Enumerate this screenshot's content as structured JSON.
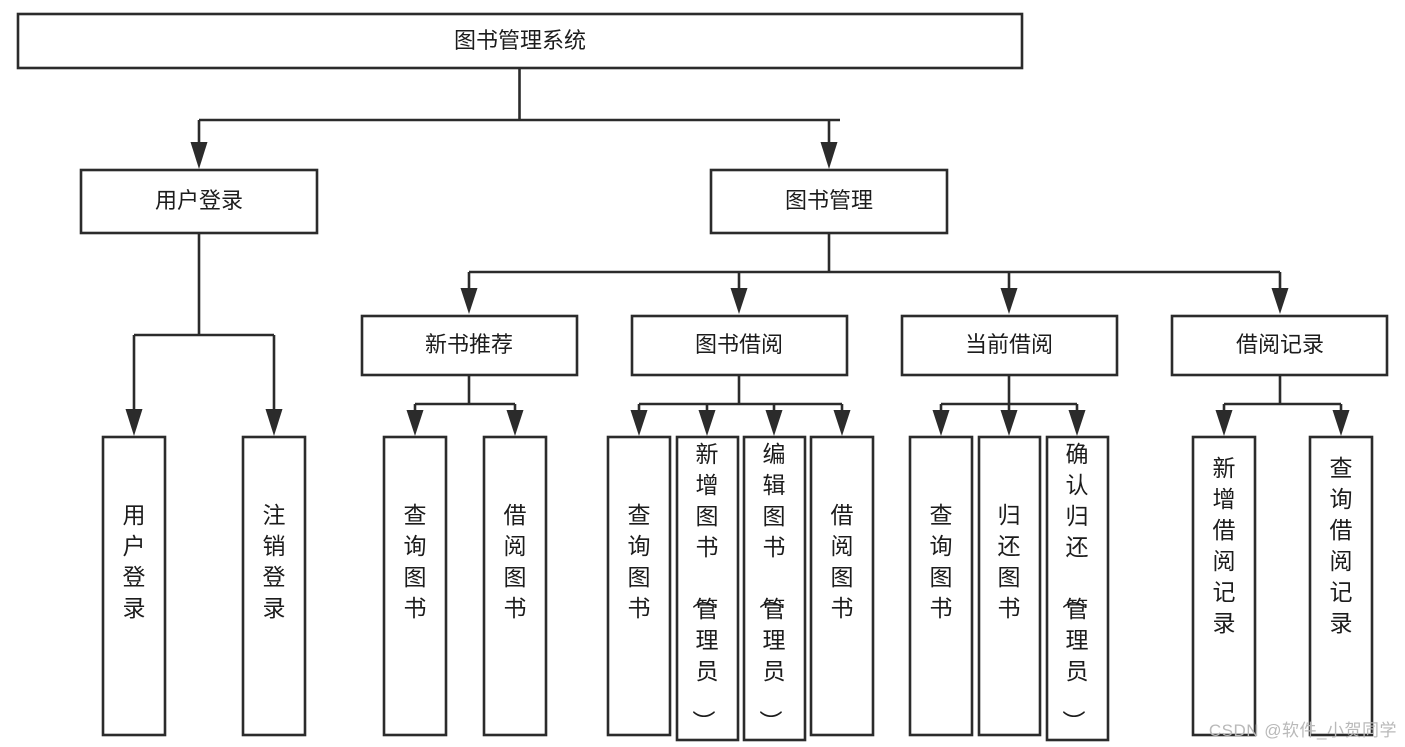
{
  "diagram": {
    "type": "tree",
    "title": "图书管理系统",
    "watermark": "CSDN @软件_小贺同学",
    "root": {
      "id": "root",
      "label": "图书管理系统"
    },
    "level2": [
      {
        "id": "user-login",
        "label": "用户登录"
      },
      {
        "id": "book-manage",
        "label": "图书管理"
      }
    ],
    "level3": [
      {
        "id": "new-book-recommend",
        "label": "新书推荐",
        "parent": "book-manage"
      },
      {
        "id": "book-borrow",
        "label": "图书借阅",
        "parent": "book-manage"
      },
      {
        "id": "current-borrow",
        "label": "当前借阅",
        "parent": "book-manage"
      },
      {
        "id": "borrow-record",
        "label": "借阅记录",
        "parent": "book-manage"
      }
    ],
    "leaves": [
      {
        "id": "leaf-user-login",
        "label": "用户登录",
        "parent": "user-login"
      },
      {
        "id": "leaf-logout-login",
        "label": "注销登录",
        "parent": "user-login"
      },
      {
        "id": "leaf-query-book-1",
        "label": "查询图书",
        "parent": "new-book-recommend"
      },
      {
        "id": "leaf-borrow-book-1",
        "label": "借阅图书",
        "parent": "new-book-recommend"
      },
      {
        "id": "leaf-query-book-2",
        "label": "查询图书",
        "parent": "book-borrow"
      },
      {
        "id": "leaf-add-book",
        "label": "新增图书（管理员）",
        "parent": "book-borrow"
      },
      {
        "id": "leaf-edit-book",
        "label": "编辑图书（管理员）",
        "parent": "book-borrow"
      },
      {
        "id": "leaf-borrow-book-2",
        "label": "借阅图书",
        "parent": "book-borrow"
      },
      {
        "id": "leaf-query-book-3",
        "label": "查询图书",
        "parent": "current-borrow"
      },
      {
        "id": "leaf-return-book",
        "label": "归还图书",
        "parent": "current-borrow"
      },
      {
        "id": "leaf-confirm-return",
        "label": "确认归还（管理员）",
        "parent": "current-borrow"
      },
      {
        "id": "leaf-add-record",
        "label": "新增借阅记录",
        "parent": "borrow-record"
      },
      {
        "id": "leaf-query-record",
        "label": "查询借阅记录",
        "parent": "borrow-record"
      }
    ],
    "colors": {
      "stroke": "#2b2b2b",
      "fill": "#ffffff",
      "text": "#1c1c1c",
      "watermark": "#b9b9b9"
    }
  }
}
